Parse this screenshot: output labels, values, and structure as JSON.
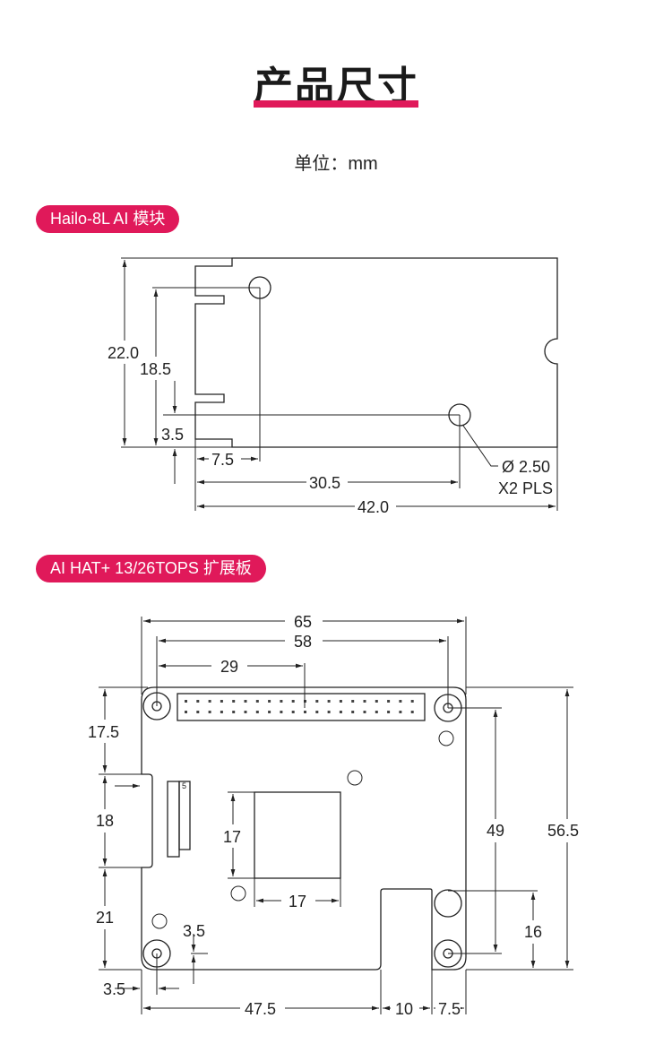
{
  "header": {
    "title": "产品尺寸",
    "unit": "单位：mm"
  },
  "colors": {
    "accent": "#e0195a"
  },
  "module": {
    "badge": "Hailo-8L AI 模块",
    "dims": {
      "height": "22.0",
      "hole_height": "18.5",
      "low_hole": "3.5",
      "left_offset": "7.5",
      "hole_span": "30.5",
      "width": "42.0"
    },
    "hole_note": {
      "diameter": "Ø 2.50",
      "count": "X2 PLS"
    }
  },
  "hat": {
    "badge": "AI HAT+ 13/26TOPS 扩展板",
    "dims": {
      "width": "65",
      "hole_span": "58",
      "header_mid": "29",
      "left_top": "17.5",
      "left_mid": "18",
      "left_bottom": "21",
      "chip_h": "17",
      "chip_w": "17",
      "bottom_hole": "3.5",
      "right_holes": "49",
      "height": "56.5",
      "right_low": "16",
      "bottom_left": "3.5",
      "bottom_a": "47.5",
      "bottom_b": "10",
      "bottom_c": "7.5"
    }
  }
}
